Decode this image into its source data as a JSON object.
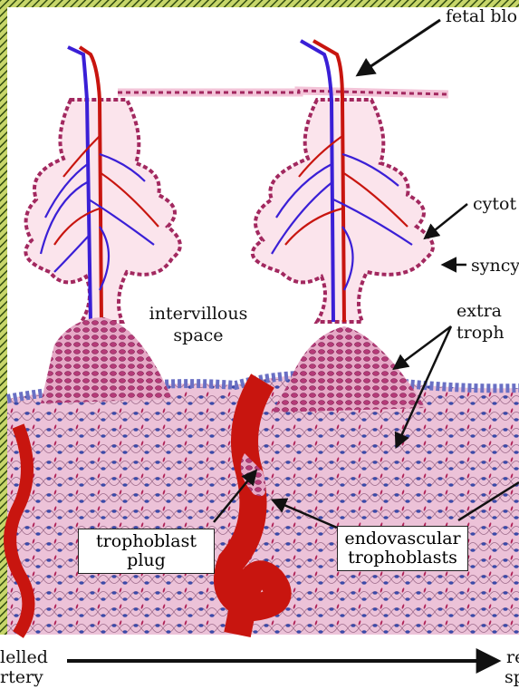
{
  "colors": {
    "artery": "#c8150f",
    "vein": "#3a1fd6",
    "tissue": "#f3c4d8",
    "villus_fill": "#fbe4ec",
    "cell_nucleus": "#a2285f",
    "decidua_nucleus": "#3b4aa8",
    "border_green": "#3c5a14"
  },
  "labels": {
    "fetal_blood": "fetal blo",
    "cytotrophoblast": "cytot",
    "syncytiotrophoblast": "syncy",
    "extravillous_line1": "extra",
    "extravillous_line2": "troph",
    "intervillous_line1": "intervillous",
    "intervillous_line2": "space",
    "trophoblast_plug_line1": "trophoblast",
    "trophoblast_plug_line2": "plug",
    "endovascular_line1": "endovascular",
    "endovascular_line2": "trophoblasts",
    "remodelled_line1": "lelled",
    "remodelled_line2": "rtery",
    "right_line1": "re",
    "right_line2": "sp"
  },
  "icons": [
    "arrow-icon",
    "right-arrow-icon"
  ]
}
